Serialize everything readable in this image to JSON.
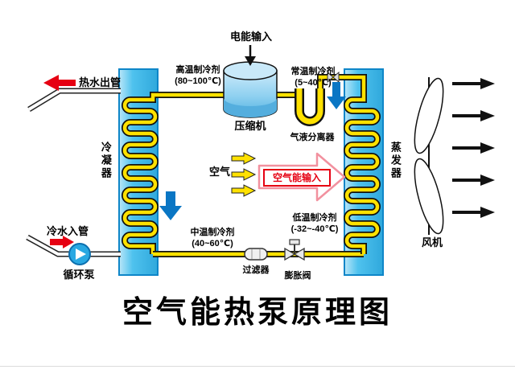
{
  "title": "空气能热泵原理图",
  "labels": {
    "electric_input": "电能输入",
    "compressor": "压缩机",
    "high_temp_1": "高温制冷剂",
    "high_temp_2": "(80~100℃)",
    "normal_temp_1": "常温制冷剂",
    "normal_temp_2": "(5~40℃)",
    "separator": "气液分离器",
    "hot_water_out": "热水出管",
    "condenser": "冷凝器",
    "cold_water_in": "冷水入管",
    "circulation_pump": "循环泵",
    "mid_temp_1": "中温制冷剂",
    "mid_temp_2": "(40~60℃)",
    "filter": "过滤器",
    "expansion_valve": "膨胀阀",
    "low_temp_1": "低温制冷剂",
    "low_temp_2": "(-32~-40℃)",
    "air": "空气",
    "air_energy_input": "空气能输入",
    "evaporator": "蒸发器",
    "fan": "风机"
  },
  "colors": {
    "column_blue": "#45bce8",
    "coil_yellow": "#ffe100",
    "signal_red": "#e60012",
    "flow_blue": "#0a76c4",
    "air_arrow_outline": "#f2919f"
  }
}
